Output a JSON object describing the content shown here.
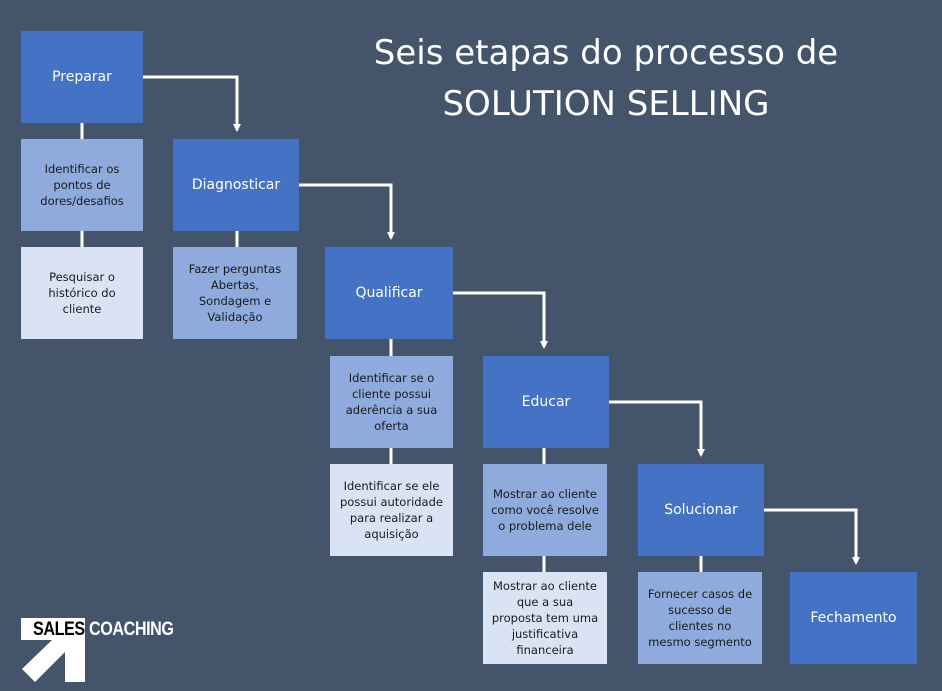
{
  "title": {
    "line1": "Seis etapas do processo de",
    "line2": "SOLUTION SELLING"
  },
  "steps": [
    {
      "label": "Preparar",
      "details": [
        "Identificar os pontos de dores/desafios",
        "Pesquisar o histórico do cliente"
      ]
    },
    {
      "label": "Diagnosticar",
      "details": [
        "Fazer perguntas Abertas, Sondagem e Validação"
      ]
    },
    {
      "label": "Qualificar",
      "details": [
        "Identificar se o cliente possui aderência a sua oferta",
        "Identificar se ele possui autoridade para realizar a aquisição"
      ]
    },
    {
      "label": "Educar",
      "details": [
        "Mostrar ao cliente como você resolve o problema dele",
        "Mostrar ao cliente que a sua proposta tem uma justificativa financeira"
      ]
    },
    {
      "label": "Solucionar",
      "details": [
        "Fornecer casos de sucesso de clientes no mesmo segmento"
      ]
    },
    {
      "label": "Fechamento",
      "details": []
    }
  ],
  "logo": {
    "word1": "SALES",
    "word2": "COACHING"
  },
  "colors": {
    "background": "#44546A",
    "step": "#4472C4",
    "detail_mid": "#8FAADC",
    "detail_light": "#DAE3F3"
  }
}
